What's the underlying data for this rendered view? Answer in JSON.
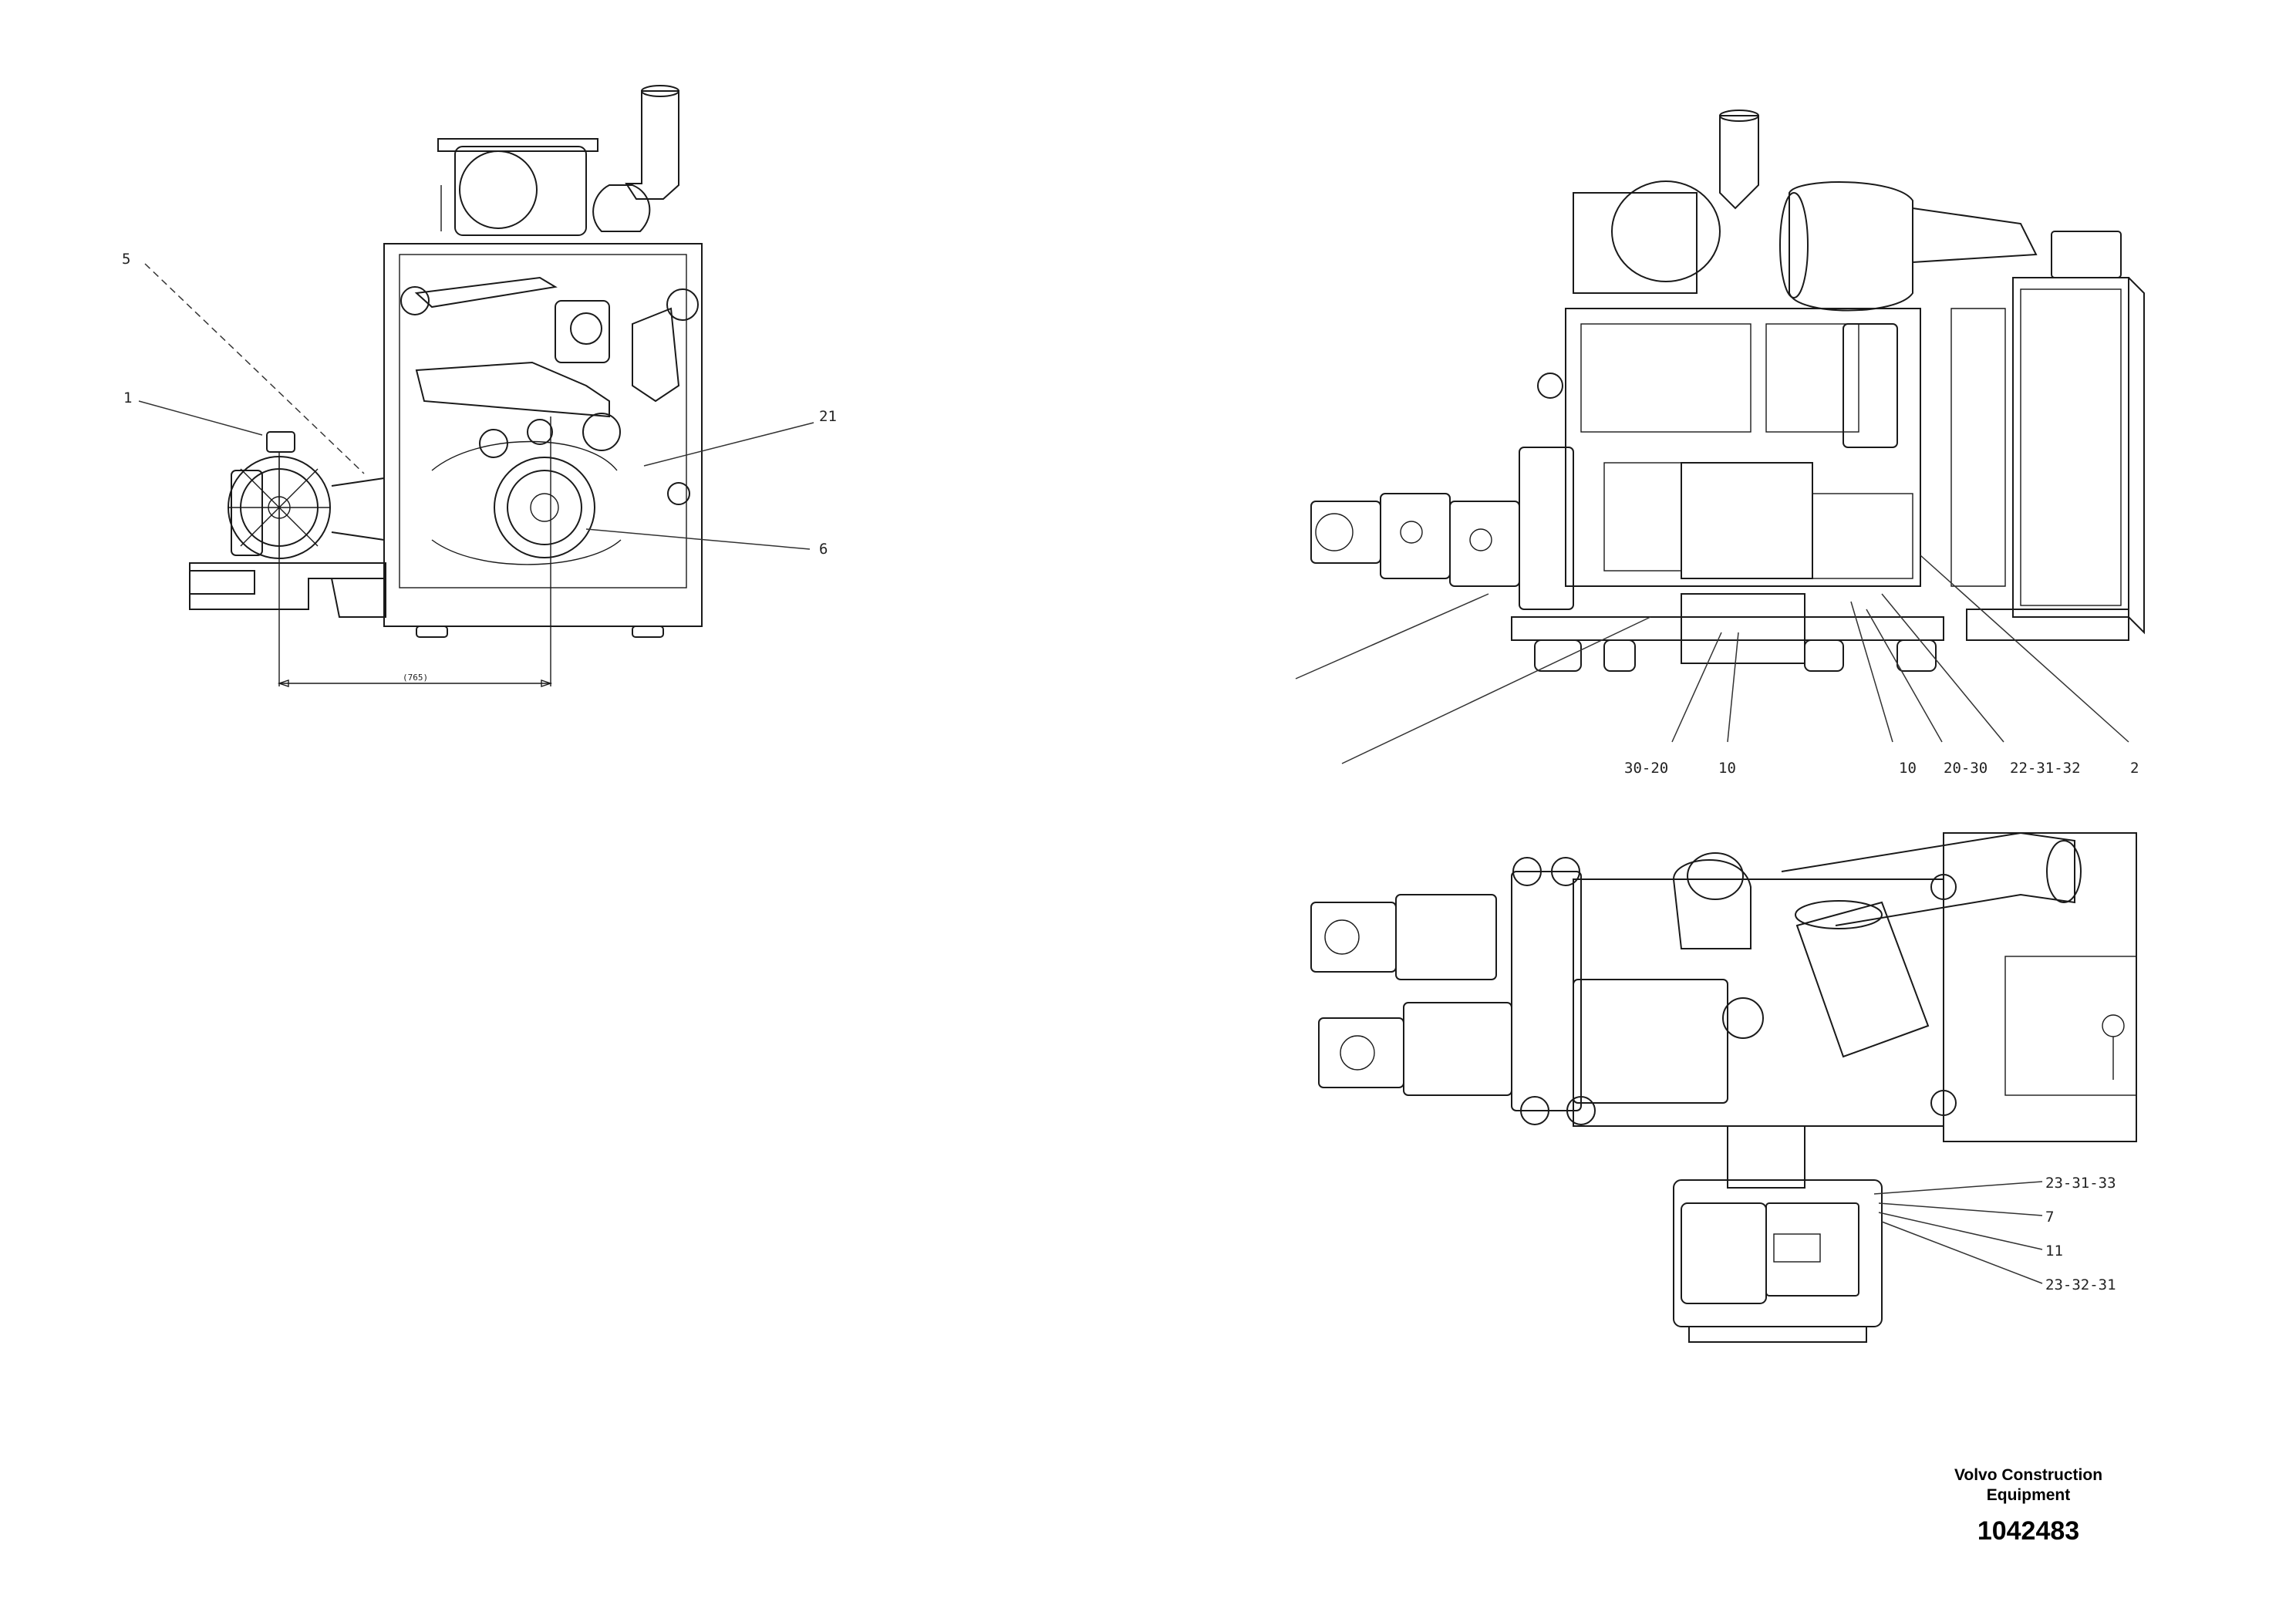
{
  "drawing": {
    "publisher": "Volvo Construction Equipment",
    "drawing_number": "1042483"
  },
  "front_view": {
    "dimension_label": "(765)",
    "callouts": [
      "5",
      "1",
      "21",
      "6"
    ]
  },
  "side_view": {
    "callouts": [
      "30-20",
      "10",
      "10",
      "20-30",
      "22-31-32",
      "2"
    ]
  },
  "top_view": {
    "callouts": [
      "23-31-33",
      "7",
      "11",
      "23-32-31"
    ]
  }
}
